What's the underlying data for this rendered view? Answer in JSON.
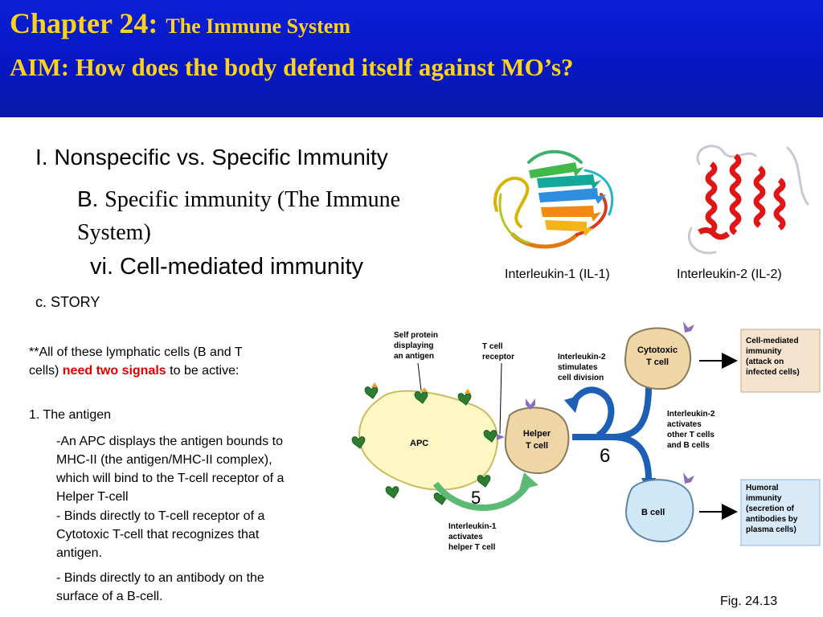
{
  "header": {
    "chapter": "Chapter 24:",
    "chapter_subtitle": "The Immune System",
    "aim": "AIM: How does the body defend itself  against MO’s?"
  },
  "outline": {
    "level1": "I. Nonspecific vs. Specific Immunity",
    "level2_letter": "B.",
    "level2_text": "Specific immunity (The Immune",
    "level2_text_cont": "System)",
    "level3": "vi. Cell-mediated immunity",
    "level4": "c. STORY"
  },
  "notes": {
    "intro_a": "**All of these lymphatic cells (B and T",
    "intro_b": "cells) ",
    "intro_highlight": "need two signals",
    "intro_c": " to be active:",
    "point1": "1. The antigen",
    "bullet1_lines": [
      "-An APC displays the antigen bounds to",
      "MHC-II (the antigen/MHC-II complex),",
      "which will bind to the T-cell receptor of a",
      "Helper T-cell"
    ],
    "bullet2_lines": [
      "- Binds  directly to T-cell receptor of a",
      "Cytotoxic T-cell that recognizes that",
      "antigen."
    ],
    "bullet3_lines": [
      "- Binds directly to an antibody on the",
      "surface of a B-cell."
    ]
  },
  "molecules": {
    "il1_caption": "Interleukin-1 (IL-1)",
    "il2_caption": "Interleukin-2 (IL-2)"
  },
  "diagram": {
    "self_protein": [
      "Self protein",
      "displaying",
      "an antigen"
    ],
    "tcr": [
      "T cell",
      "receptor"
    ],
    "apc": "APC",
    "helper": [
      "Helper",
      "T cell"
    ],
    "il2_stim": [
      "Interleukin-2",
      "stimulates",
      "cell division"
    ],
    "il2_act": [
      "Interleukin-2",
      "activates",
      "other T cells",
      "and B cells"
    ],
    "il1_act": [
      "Interleukin-1",
      "activates",
      "helper T cell"
    ],
    "cytotoxic": [
      "Cytotoxic",
      "T cell"
    ],
    "bcell": "B cell",
    "cell_mediated": [
      "Cell-mediated",
      "immunity",
      "(attack on",
      "infected cells)"
    ],
    "humoral": [
      "Humoral",
      "immunity",
      "(secretion of",
      "antibodies by",
      "plasma cells)"
    ],
    "step5": "5",
    "step6": "6",
    "colors": {
      "apc": "#fdf7c3",
      "helper": "#efd6a7",
      "bcell": "#cfe7f7",
      "arrow_blue": "#1d5fb4",
      "arrow_green": "#5cba74",
      "box_tan": "#f6e3cf",
      "box_blue": "#d8eaf8"
    }
  },
  "figure_label": "Fig. 24.13"
}
